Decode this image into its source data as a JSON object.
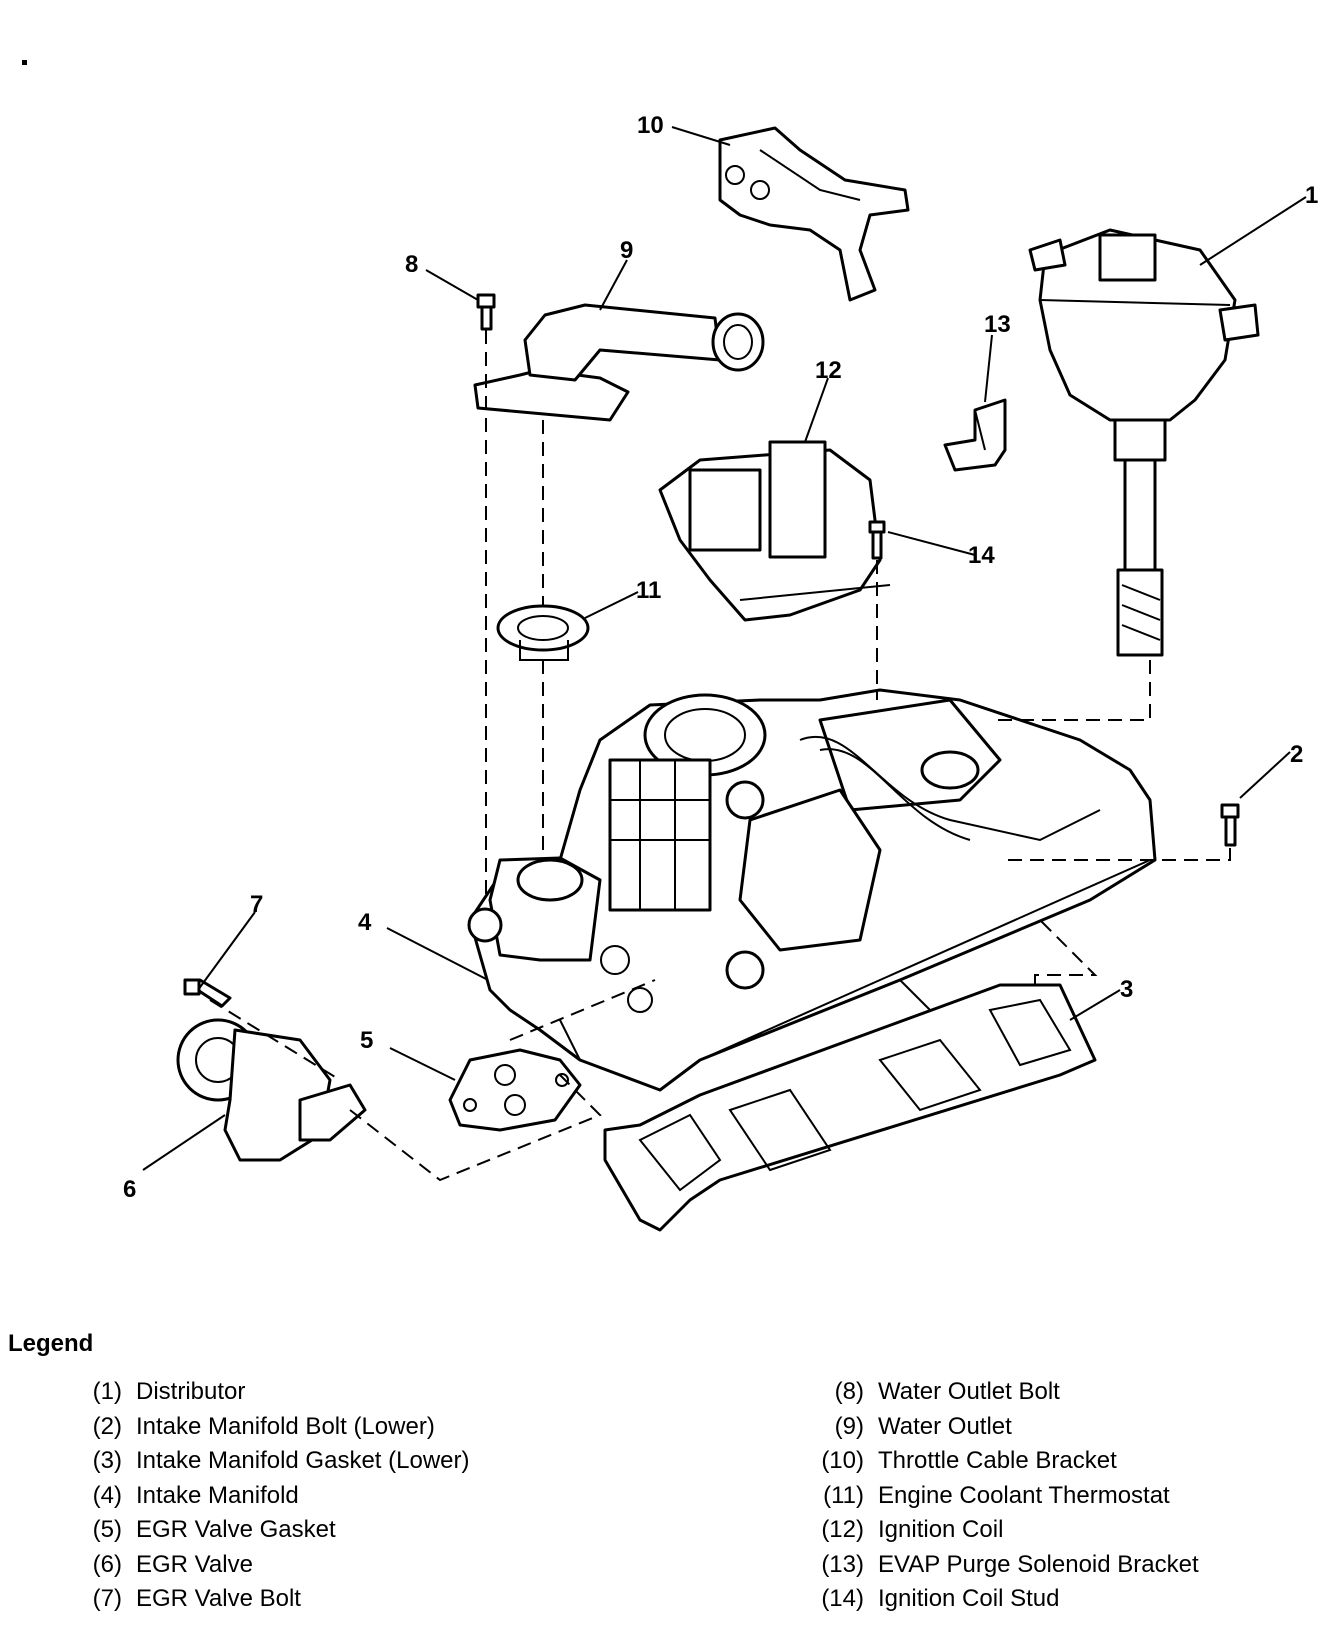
{
  "callouts": [
    "1",
    "2",
    "3",
    "4",
    "5",
    "6",
    "7",
    "8",
    "9",
    "10",
    "11",
    "12",
    "13",
    "14"
  ],
  "legend": {
    "title": "Legend",
    "items": [
      {
        "num": "(1)",
        "label": "Distributor"
      },
      {
        "num": "(2)",
        "label": "Intake Manifold Bolt (Lower)"
      },
      {
        "num": "(3)",
        "label": "Intake Manifold Gasket (Lower)"
      },
      {
        "num": "(4)",
        "label": "Intake Manifold"
      },
      {
        "num": "(5)",
        "label": "EGR Valve Gasket"
      },
      {
        "num": "(6)",
        "label": "EGR Valve"
      },
      {
        "num": "(7)",
        "label": "EGR Valve Bolt"
      },
      {
        "num": "(8)",
        "label": "Water Outlet Bolt"
      },
      {
        "num": "(9)",
        "label": "Water Outlet"
      },
      {
        "num": "(10)",
        "label": "Throttle Cable Bracket"
      },
      {
        "num": "(11)",
        "label": "Engine Coolant Thermostat"
      },
      {
        "num": "(12)",
        "label": "Ignition Coil"
      },
      {
        "num": "(13)",
        "label": "EVAP Purge Solenoid Bracket"
      },
      {
        "num": "(14)",
        "label": "Ignition Coil Stud"
      }
    ]
  }
}
